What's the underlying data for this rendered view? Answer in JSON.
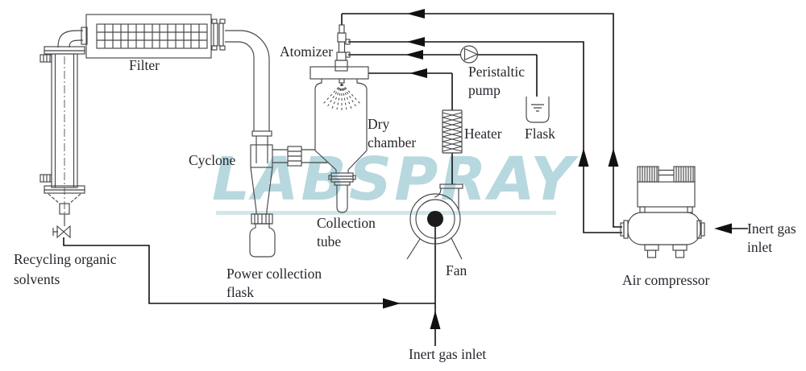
{
  "watermark": {
    "text": "LABSPRAY",
    "color": "#b7d8de"
  },
  "line_color": "#111111",
  "equipment_color": "#46464a",
  "labels": {
    "filter": "Filter",
    "cyclone": "Cyclone",
    "atomizer": "Atomizer",
    "dry_chamber": [
      "Dry",
      "chamber"
    ],
    "peristaltic_pump": [
      "Peristaltic",
      "pump"
    ],
    "flask": "Flask",
    "heater": "Heater",
    "collection_tube": [
      "Collection",
      "tube"
    ],
    "fan": "Fan",
    "power_collection_flask": [
      "Power collection",
      "flask"
    ],
    "air_compressor": "Air compressor",
    "inert_gas_inlet_right": [
      "Inert gas",
      "inlet"
    ],
    "inert_gas_inlet_bottom": "Inert gas inlet",
    "recycling_solvents": [
      "Recycling organic",
      "solvents"
    ]
  }
}
